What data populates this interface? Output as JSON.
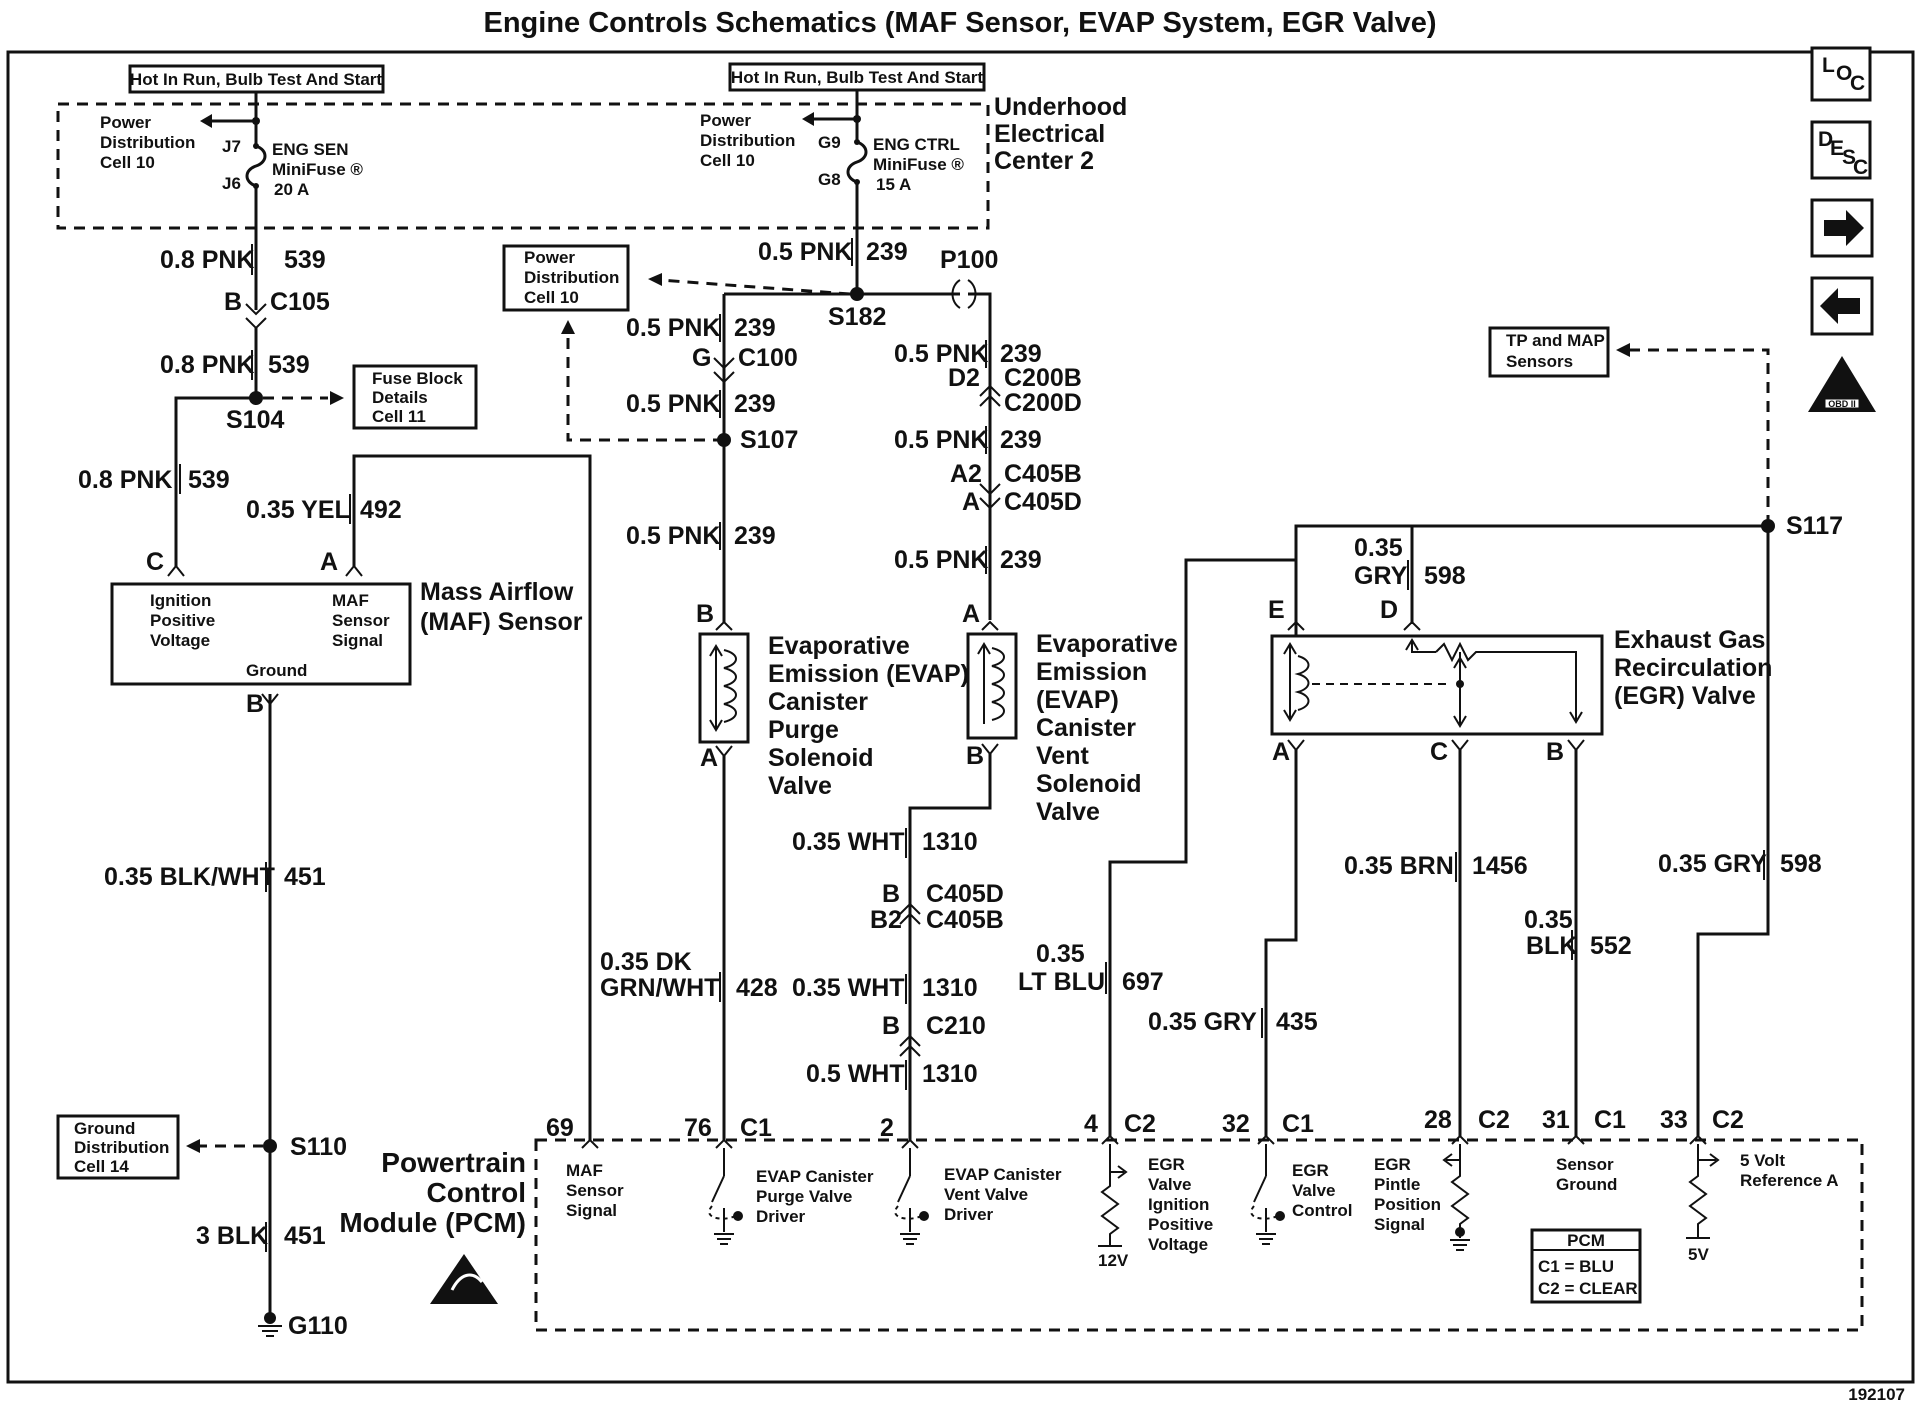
{
  "title": "Engine Controls Schematics (MAF Sensor, EVAP System, EGR Valve)",
  "figure_id": "192107",
  "nav": {
    "loc": [
      "L",
      "O",
      "C"
    ],
    "desc": [
      "D",
      "E",
      "S",
      "C"
    ],
    "obd": "OBD II"
  },
  "fuse_left": {
    "hot_label": "Hot In Run, Bulb Test And Start",
    "power_ref": [
      "Power",
      "Distribution",
      "Cell 10"
    ],
    "pin_top": "J7",
    "pin_bottom": "J6",
    "name": [
      "ENG SEN",
      "MiniFuse ®",
      "20 A"
    ]
  },
  "fuse_right": {
    "hot_label": "Hot In Run, Bulb Test And Start",
    "power_ref": [
      "Power",
      "Distribution",
      "Cell 10"
    ],
    "pin_top": "G9",
    "pin_bottom": "G8",
    "name": [
      "ENG CTRL",
      "MiniFuse ®",
      "15 A"
    ]
  },
  "underhood": [
    "Underhood",
    "Electrical",
    "Center 2"
  ],
  "power_ref_mid": [
    "Power",
    "Distribution",
    "Cell 10"
  ],
  "fuse_block_ref": [
    "Fuse Block",
    "Details",
    "Cell 11"
  ],
  "tp_map_ref": [
    "TP and MAP",
    "Sensors"
  ],
  "ground_ref": [
    "Ground",
    "Distribution",
    "Cell 14"
  ],
  "wires": {
    "w539a": [
      "0.8 PNK",
      "539"
    ],
    "w539b": [
      "0.8 PNK",
      "539"
    ],
    "w539c": [
      "0.8 PNK",
      "539"
    ],
    "w492": [
      "0.35 YEL",
      "492"
    ],
    "w451a": [
      "0.35 BLK/WHT",
      "451"
    ],
    "w451b": [
      "3 BLK",
      "451"
    ],
    "w239top": [
      "0.5 PNK",
      "239"
    ],
    "w239l1": [
      "0.5 PNK",
      "239"
    ],
    "w239l2": [
      "0.5 PNK",
      "239"
    ],
    "w239l3": [
      "0.5 PNK",
      "239"
    ],
    "w239r1": [
      "0.5 PNK",
      "239"
    ],
    "w239r2": [
      "0.5 PNK",
      "239"
    ],
    "w239r3": [
      "0.5 PNK",
      "239"
    ],
    "w428": [
      "0.35 DK",
      "GRN/WHT",
      "428"
    ],
    "w1310a": [
      "0.35 WHT",
      "1310"
    ],
    "w1310b": [
      "0.35 WHT",
      "1310"
    ],
    "w1310c": [
      "0.5 WHT",
      "1310"
    ],
    "w697": [
      "0.35",
      "LT BLU",
      "697"
    ],
    "w435": [
      "0.35 GRY",
      "435"
    ],
    "w1456": [
      "0.35 BRN",
      "1456"
    ],
    "w552": [
      "0.35",
      "BLK",
      "552"
    ],
    "w598a": [
      "0.35",
      "GRY",
      "598"
    ],
    "w598b": [
      "0.35 GRY",
      "598"
    ]
  },
  "connectors": {
    "c105": [
      "B",
      "C105"
    ],
    "c100": [
      "G",
      "C100"
    ],
    "c200": [
      "D2",
      "C200B",
      "C200D"
    ],
    "c405a": [
      "A2",
      "C405B",
      "A",
      "C405D"
    ],
    "c405b": [
      "B",
      "C405D",
      "B2",
      "C405B"
    ],
    "c210": [
      "B",
      "C210"
    ],
    "p100": "P100"
  },
  "splices": {
    "s104": "S104",
    "s182": "S182",
    "s107": "S107",
    "s117": "S117",
    "s110": "S110",
    "g110": "G110"
  },
  "maf": {
    "name": [
      "Mass Airflow",
      "(MAF) Sensor"
    ],
    "pin_c": "C",
    "pin_a": "A",
    "pin_b": "B",
    "ign": [
      "Ignition",
      "Positive",
      "Voltage"
    ],
    "sig": [
      "MAF",
      "Sensor",
      "Signal"
    ],
    "gnd": "Ground"
  },
  "purge": {
    "name": [
      "Evaporative",
      "Emission (EVAP)",
      "Canister",
      "Purge",
      "Solenoid",
      "Valve"
    ],
    "pin_top": "B",
    "pin_bottom": "A"
  },
  "vent": {
    "name": [
      "Evaporative",
      "Emission",
      "(EVAP)",
      "Canister",
      "Vent",
      "Solenoid",
      "Valve"
    ],
    "pin_top": "A",
    "pin_bottom": "B"
  },
  "egr": {
    "name": [
      "Exhaust Gas",
      "Recirculation",
      "(EGR) Valve"
    ],
    "pin_e": "E",
    "pin_d": "D",
    "pin_a": "A",
    "pin_c": "C",
    "pin_b": "B"
  },
  "pcm": {
    "name": [
      "Powertrain",
      "Control",
      "Module (PCM)"
    ],
    "pins": {
      "p69": "69",
      "p76": "76",
      "p76c": "C1",
      "p2": "2",
      "p4": "4",
      "p4c": "C2",
      "p32": "32",
      "p32c": "C1",
      "p28": "28",
      "p28c": "C2",
      "p31": "31",
      "p31c": "C1",
      "p33": "33",
      "p33c": "C2"
    },
    "maf_sig": [
      "MAF",
      "Sensor",
      "Signal"
    ],
    "purge_drv": [
      "EVAP Canister",
      "Purge Valve",
      "Driver"
    ],
    "vent_drv": [
      "EVAP Canister",
      "Vent Valve",
      "Driver"
    ],
    "egr_ign": [
      "EGR",
      "Valve",
      "Ignition",
      "Positive",
      "Voltage"
    ],
    "v12": "12V",
    "egr_ctrl": [
      "EGR",
      "Valve",
      "Control"
    ],
    "egr_pintle": [
      "EGR",
      "Pintle",
      "Position",
      "Signal"
    ],
    "sensor_gnd": [
      "Sensor",
      "Ground"
    ],
    "ref5": [
      "5 Volt",
      "Reference A"
    ],
    "v5": "5V",
    "legend": [
      "PCM",
      "C1 = BLU",
      "C2 = CLEAR"
    ]
  }
}
